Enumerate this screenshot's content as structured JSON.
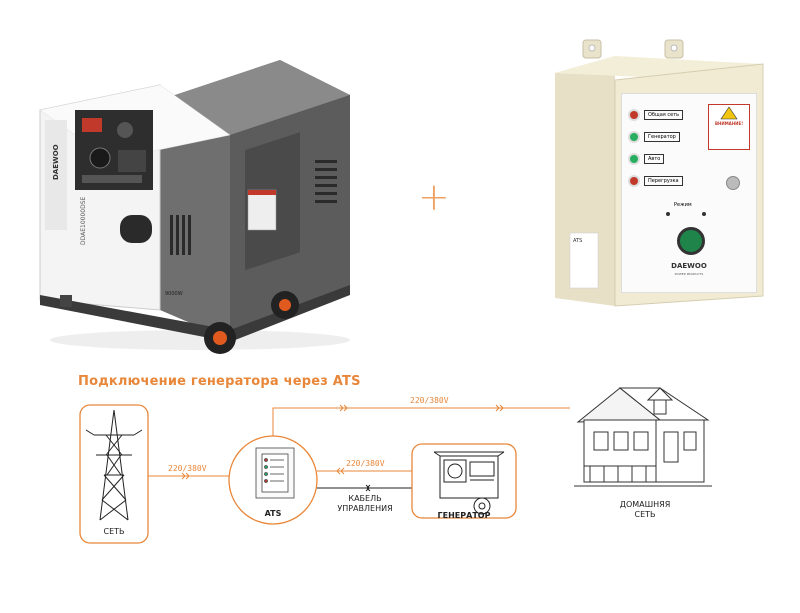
{
  "plus_sign": "+",
  "generator_product": {
    "brand": "DAEWOO",
    "model": "DDAE10000DSE",
    "rating": "9000W"
  },
  "ats_cabinet": {
    "indicators": [
      {
        "label": "Общая сеть",
        "color": "#c0392b"
      },
      {
        "label": "Генератор",
        "color": "#27ae60"
      },
      {
        "label": "Авто",
        "color": "#27ae60"
      },
      {
        "label": "Перегрузка",
        "color": "#c0392b"
      }
    ],
    "warning_title": "ВНИМАНИЕ!",
    "mode_label": "Режим",
    "side_label": "ATS",
    "brand": "DAEWOO",
    "brand_sub": "POWER PRODUCTS"
  },
  "diagram": {
    "title": "Подключение генератора через ATS",
    "accent": "#e8873a",
    "nodes": {
      "grid": "СЕТЬ",
      "ats": "ATS",
      "generator": "ГЕНЕРАТОР",
      "home_line1": "ДОМАШНЯЯ",
      "home_line2": "СЕТЬ"
    },
    "links": {
      "grid_to_ats": "220/380V",
      "ats_to_home": "220/380V",
      "gen_to_ats": "220/380V",
      "control_line1": "КАБЕЛЬ",
      "control_line2": "УПРАВЛЕНИЯ"
    }
  }
}
